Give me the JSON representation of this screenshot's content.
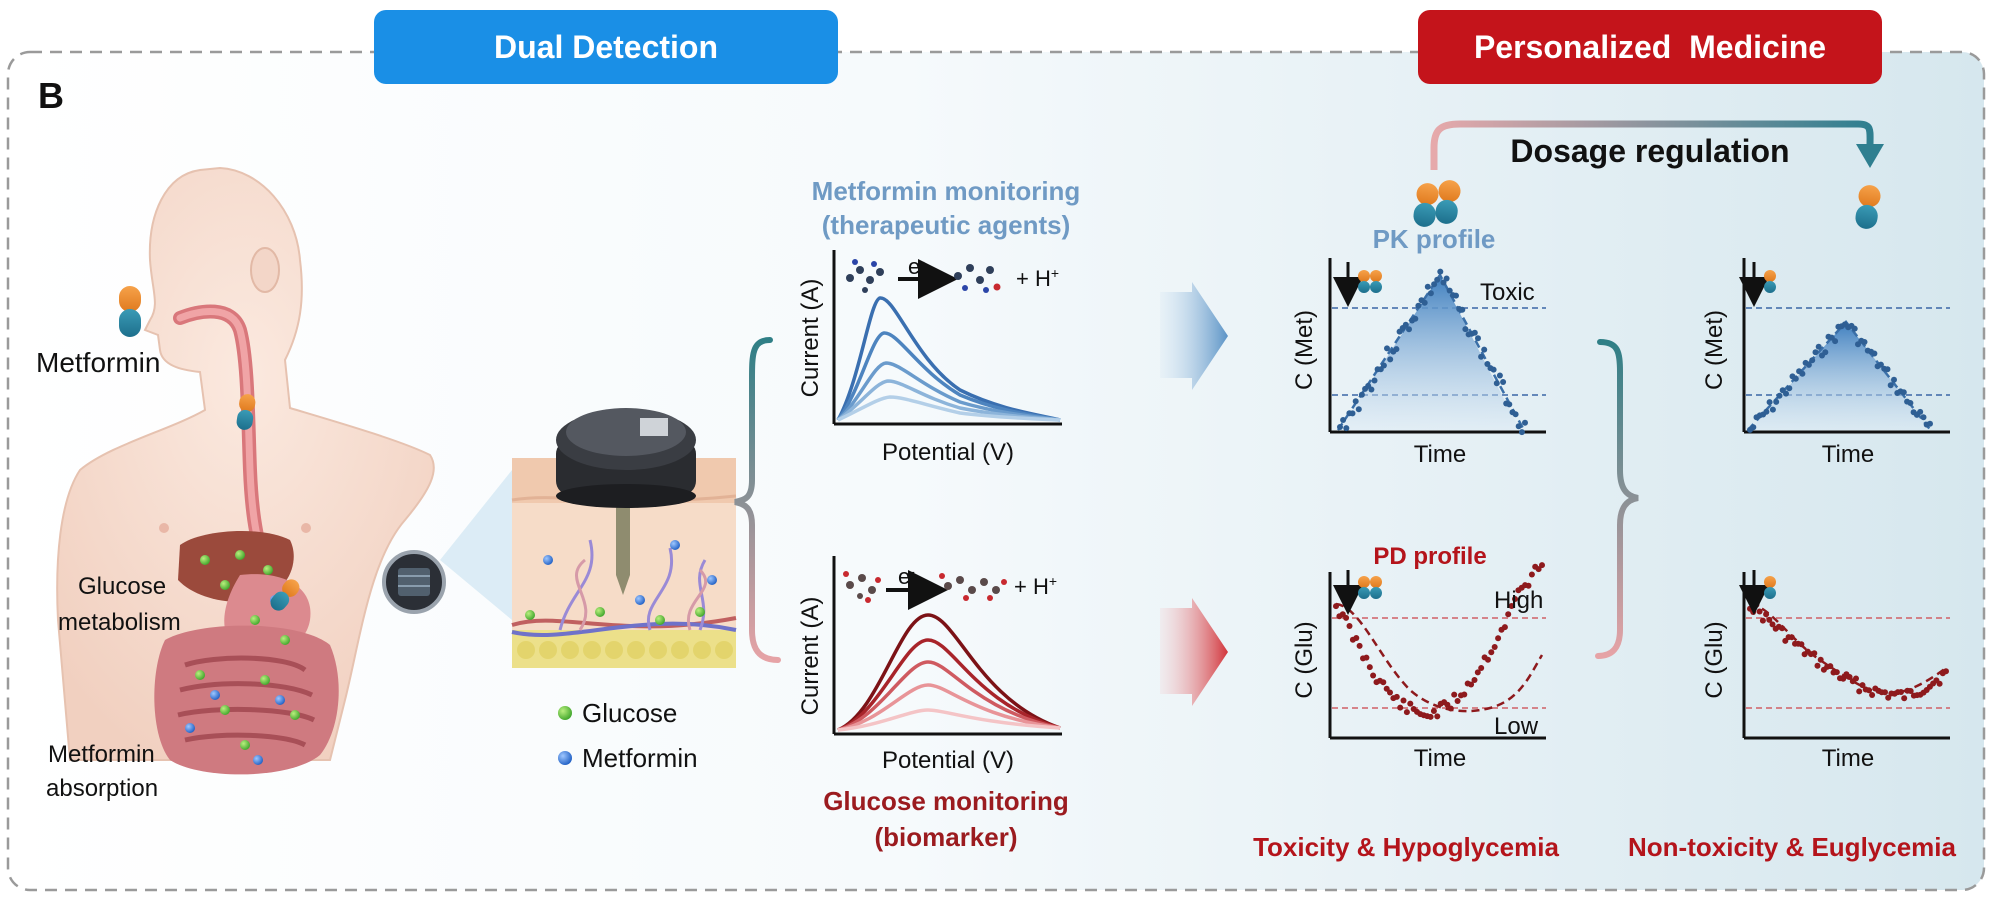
{
  "panel_letter": "B",
  "headers": {
    "dual_detection": "Dual Detection",
    "personalized_medicine": "Personalized  Medicine"
  },
  "dosage_regulation": "Dosage regulation",
  "body": {
    "metformin": "Metformin",
    "glucose_metabolism_1": "Glucose",
    "glucose_metabolism_2": "metabolism",
    "metformin_absorption_1": "Metformin",
    "metformin_absorption_2": "absorption"
  },
  "legend": {
    "glucose": "Glucose",
    "metformin": "Metformin"
  },
  "metformin_panel": {
    "title_1": "Metformin monitoring",
    "title_2": "(therapeutic agents)",
    "ylabel": "Current (A)",
    "xlabel": "Potential (V)",
    "electron": "e",
    "electron_sup": "-",
    "proton": "+ H",
    "proton_sup": "+"
  },
  "glucose_panel": {
    "title_1": "Glucose monitoring",
    "title_2": "(biomarker)",
    "ylabel": "Current (A)",
    "xlabel": "Potential (V)",
    "electron": "e",
    "electron_sup": "-",
    "proton": "+ H",
    "proton_sup": "+"
  },
  "pk": {
    "title": "PK profile",
    "ylabel": "C (Met)",
    "xlabel": "Time",
    "toxic": "Toxic"
  },
  "pd": {
    "title": "PD profile",
    "ylabel": "C (Glu)",
    "xlabel": "Time",
    "high": "High",
    "low": "Low"
  },
  "right_pk": {
    "ylabel": "C (Met)",
    "xlabel": "Time"
  },
  "right_pd": {
    "ylabel": "C (Glu)",
    "xlabel": "Time"
  },
  "outcomes": {
    "left": "Toxicity & Hypoglycemia",
    "right": "Non-toxicity & Euglycemia"
  },
  "colors": {
    "blue_header": "#1a8fe6",
    "red_header": "#c4141b",
    "met_blue": "#6f9ac4",
    "dark_red": "#9b1b1f",
    "curve_blue": "#2f5f94",
    "dot_red": "#8e1a1d"
  }
}
